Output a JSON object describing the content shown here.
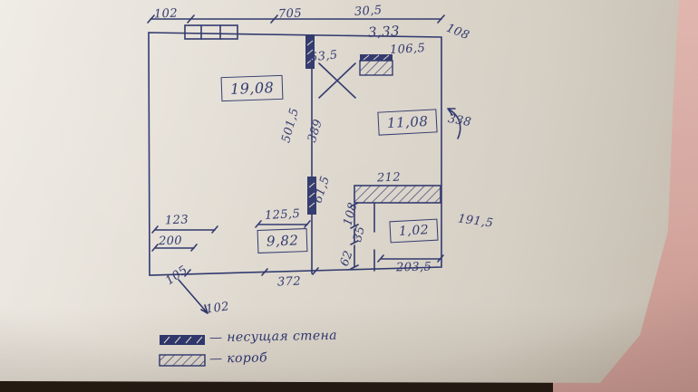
{
  "palette": {
    "ink": "#2d356b",
    "paper": "#ddd7cc",
    "table_pink": "#d8a9a2",
    "table_dark": "#241a13"
  },
  "rooms": {
    "room1_area": "19,08",
    "room2_area": "11,08",
    "room3_area": "9,82",
    "room4_area": "1,02"
  },
  "dimensions": {
    "d102_top": "102",
    "d705": "705",
    "d305": "30,5",
    "d333": "3,33",
    "d108_corner": "108",
    "d535": "53,5",
    "d1065": "106,5",
    "d5015": "501,5",
    "d389": "389",
    "d338": "338",
    "d212": "212",
    "d615": "61,5",
    "d123": "123",
    "d200": "200",
    "d1255": "125,5",
    "d108_mid": "108",
    "d35": "35",
    "d62": "62",
    "d1915": "191,5",
    "d2035": "203,5",
    "d105": "105",
    "d372": "372",
    "d102_bottom": "102"
  },
  "legend": {
    "wall_label": "— несущая стена",
    "duct_label": "— короб"
  }
}
